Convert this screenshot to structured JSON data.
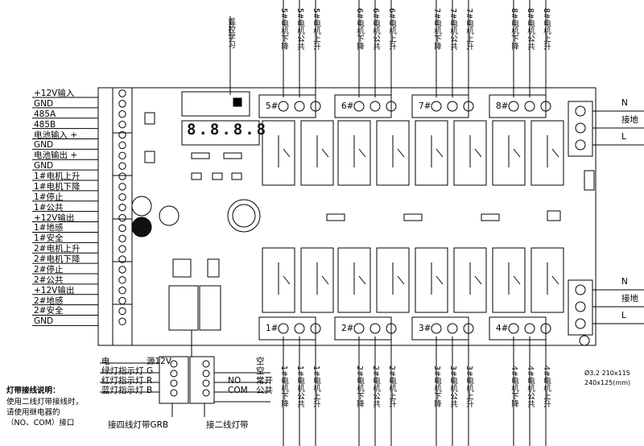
{
  "left_terminals": [
    "+12V输入",
    "GND",
    "485A",
    "485B",
    "电池输入 +",
    "GND",
    "电池输出 +",
    "GND",
    "1#电机上升",
    "1#电机下降",
    "1#停止",
    "1#公共",
    "+12V输出",
    "1#地感",
    "1#安全",
    "2#电机上升",
    "2#电机下降",
    "2#停止",
    "2#公共",
    "+12V输出",
    "2#地感",
    "2#安全",
    "GND"
  ],
  "top_groups": [
    {
      "id": "5#",
      "labels": [
        "5#电机下降",
        "5#电机公共",
        "5#电机上升"
      ]
    },
    {
      "id": "6#",
      "labels": [
        "6#电机下降",
        "6#电机公共",
        "6#电机上升"
      ]
    },
    {
      "id": "7#",
      "labels": [
        "7#电机下降",
        "7#电机公共",
        "7#电机上升"
      ]
    },
    {
      "id": "8#",
      "labels": [
        "8#电机下降",
        "8#电机公共",
        "8#电机上升"
      ]
    }
  ],
  "bottom_groups": [
    {
      "id": "1#",
      "labels": [
        "1#电机下降",
        "1#电机公共",
        "1#电机上升"
      ]
    },
    {
      "id": "2#",
      "labels": [
        "2#电机下降",
        "2#电机公共",
        "2#电机上升"
      ]
    },
    {
      "id": "3#",
      "labels": [
        "3#电机下降",
        "3#电机公共",
        "3#电机上升"
      ]
    },
    {
      "id": "4#",
      "labels": [
        "4#电机下降",
        "4#电机公共",
        "4#电机上升"
      ]
    }
  ],
  "right_top": [
    "N",
    "接地",
    "L"
  ],
  "right_bottom": [
    "N",
    "接地",
    "L"
  ],
  "remote_learn": "遥控学习",
  "display": "8.8.8.8",
  "led_left": [
    {
      "name": "电",
      "value": "源12V"
    },
    {
      "name": "绿灯指示灯",
      "value": "G"
    },
    {
      "name": "红灯指示灯",
      "value": "R"
    },
    {
      "name": "蓝灯指示灯",
      "value": "B"
    }
  ],
  "led_right": [
    {
      "value": "空"
    },
    {
      "value": "空"
    },
    {
      "prefix": "NO",
      "value": "常开"
    },
    {
      "prefix": "COM",
      "value": "公共"
    }
  ],
  "caption_four_wire": "接四线灯带GRB",
  "caption_two_wire": "接二线灯带",
  "note": {
    "title": "灯带接线说明：",
    "lines": [
      "使用二线灯带接线时，",
      "请使用继电器的",
      "（NO、COM）接口"
    ]
  },
  "dimensions": [
    "Ø3.2  210x115",
    "240x125(mm)"
  ]
}
